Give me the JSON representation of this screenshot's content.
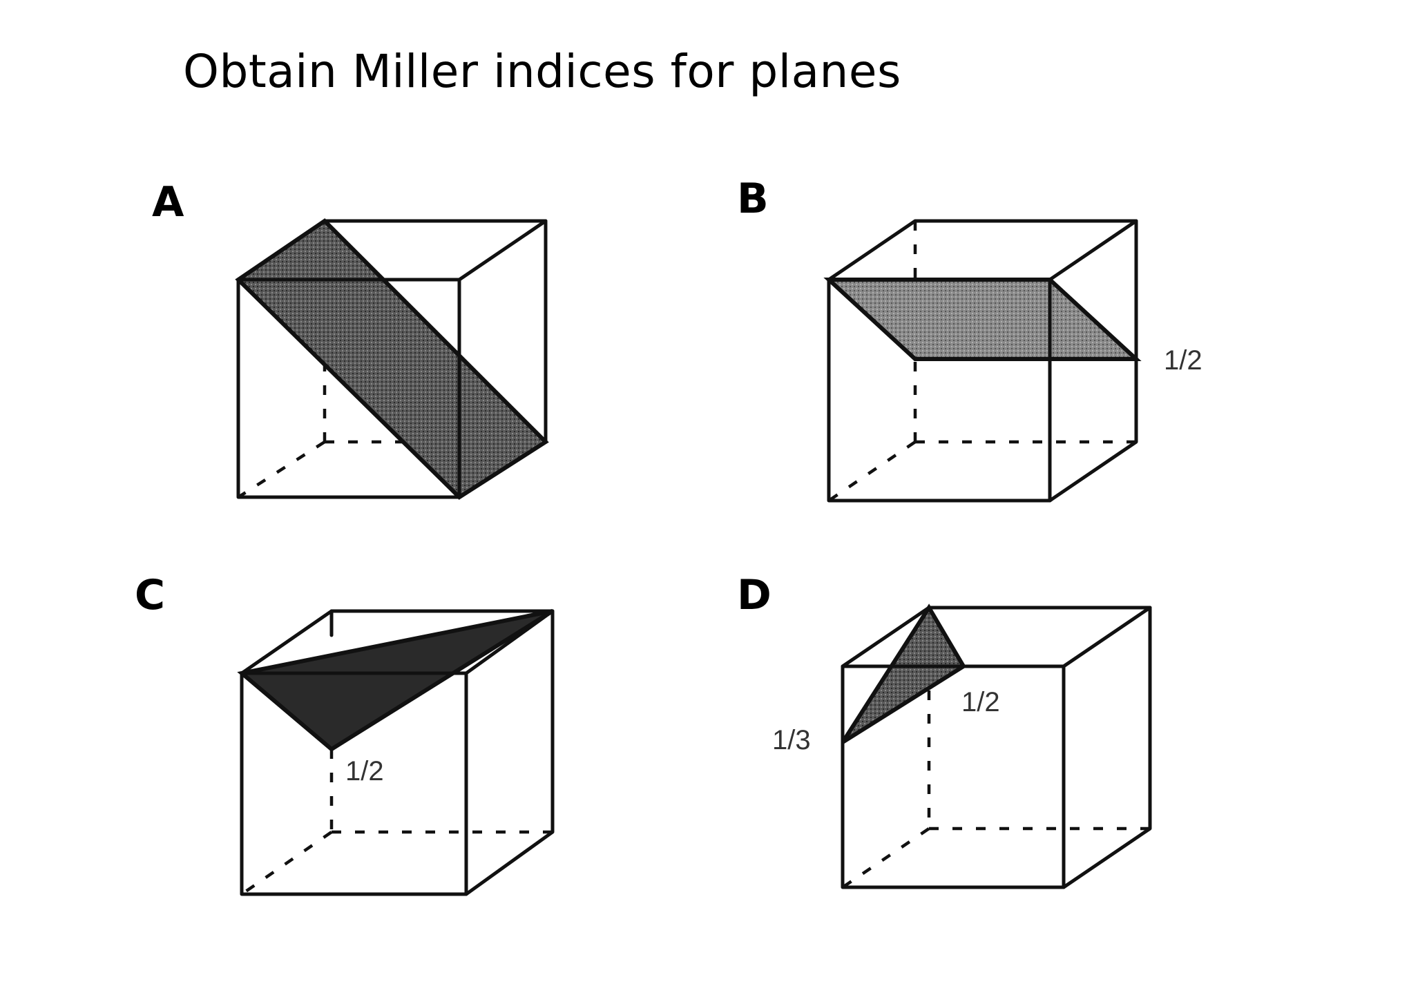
{
  "title": "Obtain Miller indices for planes",
  "panels": [
    {
      "label": "A",
      "annotations": []
    },
    {
      "label": "B",
      "annotations": [
        "1/2"
      ]
    },
    {
      "label": "C",
      "annotations": [
        "1/2"
      ]
    },
    {
      "label": "D",
      "annotations": [
        "1/2",
        "1/3"
      ]
    }
  ],
  "colors": {
    "plane_fill_light": "#7a7a7a",
    "plane_fill_dark": "#3a3a3a",
    "line": "#111111"
  }
}
